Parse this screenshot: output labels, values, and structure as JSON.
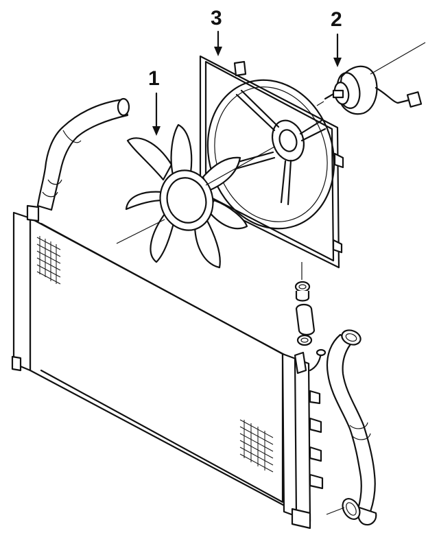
{
  "callouts": [
    {
      "label": "1"
    },
    {
      "label": "2"
    },
    {
      "label": "3"
    }
  ],
  "colors": {
    "ink": "#111111",
    "background": "#ffffff"
  }
}
